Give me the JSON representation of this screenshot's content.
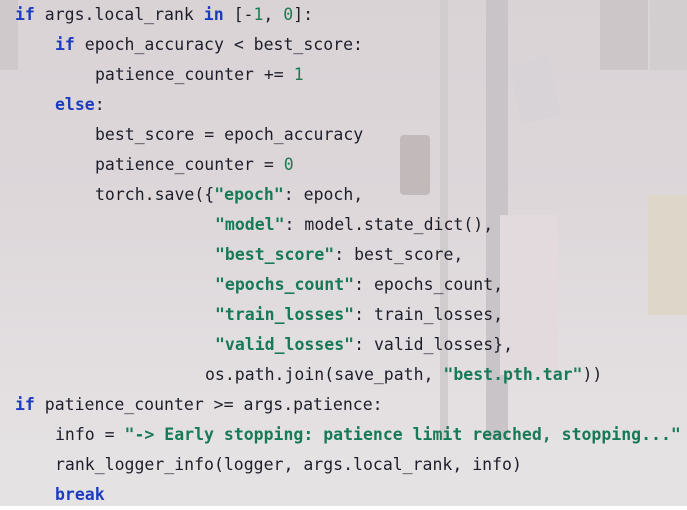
{
  "code": {
    "lines": [
      {
        "indent": 0,
        "tokens": [
          {
            "t": "if",
            "c": "kw"
          },
          {
            "t": " args.local_rank ",
            "c": "plain"
          },
          {
            "t": "in",
            "c": "kw"
          },
          {
            "t": " [-",
            "c": "plain"
          },
          {
            "t": "1",
            "c": "num"
          },
          {
            "t": ", ",
            "c": "plain"
          },
          {
            "t": "0",
            "c": "num"
          },
          {
            "t": "]:",
            "c": "plain"
          }
        ]
      },
      {
        "indent": 1,
        "tokens": [
          {
            "t": "if",
            "c": "kw"
          },
          {
            "t": " epoch_accuracy < best_score:",
            "c": "plain"
          }
        ]
      },
      {
        "indent": 2,
        "tokens": [
          {
            "t": "patience_counter += ",
            "c": "plain"
          },
          {
            "t": "1",
            "c": "num"
          }
        ]
      },
      {
        "indent": 1,
        "tokens": [
          {
            "t": "else",
            "c": "kw"
          },
          {
            "t": ":",
            "c": "plain"
          }
        ]
      },
      {
        "indent": 2,
        "tokens": [
          {
            "t": "best_score = epoch_accuracy",
            "c": "plain"
          }
        ]
      },
      {
        "indent": 2,
        "tokens": [
          {
            "t": "patience_counter = ",
            "c": "plain"
          },
          {
            "t": "0",
            "c": "num"
          }
        ]
      },
      {
        "indent": 2,
        "tokens": [
          {
            "t": "torch.save({",
            "c": "plain"
          },
          {
            "t": "\"epoch\"",
            "c": "str"
          },
          {
            "t": ": epoch,",
            "c": "plain"
          }
        ]
      },
      {
        "indent": 5,
        "tokens": [
          {
            "t": "\"model\"",
            "c": "str"
          },
          {
            "t": ": model.state_dict(),",
            "c": "plain"
          }
        ]
      },
      {
        "indent": 5,
        "tokens": [
          {
            "t": "\"best_score\"",
            "c": "str"
          },
          {
            "t": ": best_score,",
            "c": "plain"
          }
        ]
      },
      {
        "indent": 5,
        "tokens": [
          {
            "t": "\"epochs_count\"",
            "c": "str"
          },
          {
            "t": ": epochs_count,",
            "c": "plain"
          }
        ]
      },
      {
        "indent": 5,
        "tokens": [
          {
            "t": "\"train_losses\"",
            "c": "str"
          },
          {
            "t": ": train_losses,",
            "c": "plain"
          }
        ]
      },
      {
        "indent": 5,
        "tokens": [
          {
            "t": "\"valid_losses\"",
            "c": "str"
          },
          {
            "t": ": valid_losses},",
            "c": "plain"
          }
        ]
      },
      {
        "indent": 4.75,
        "tokens": [
          {
            "t": "os.path.join(save_path, ",
            "c": "plain"
          },
          {
            "t": "\"best.pth.tar\"",
            "c": "str"
          },
          {
            "t": "))",
            "c": "plain"
          }
        ]
      },
      {
        "indent": 0,
        "tokens": [
          {
            "t": "if",
            "c": "kw"
          },
          {
            "t": " patience_counter >= args.patience:",
            "c": "plain"
          }
        ]
      },
      {
        "indent": 1,
        "tokens": [
          {
            "t": "info = ",
            "c": "plain"
          },
          {
            "t": "\"-> Early stopping: patience limit reached, stopping...\"",
            "c": "str"
          }
        ]
      },
      {
        "indent": 1,
        "tokens": [
          {
            "t": "rank_logger_info(logger, args.local_rank, info)",
            "c": "plain"
          }
        ]
      },
      {
        "indent": 1,
        "tokens": [
          {
            "t": "break",
            "c": "kw"
          }
        ]
      }
    ]
  }
}
